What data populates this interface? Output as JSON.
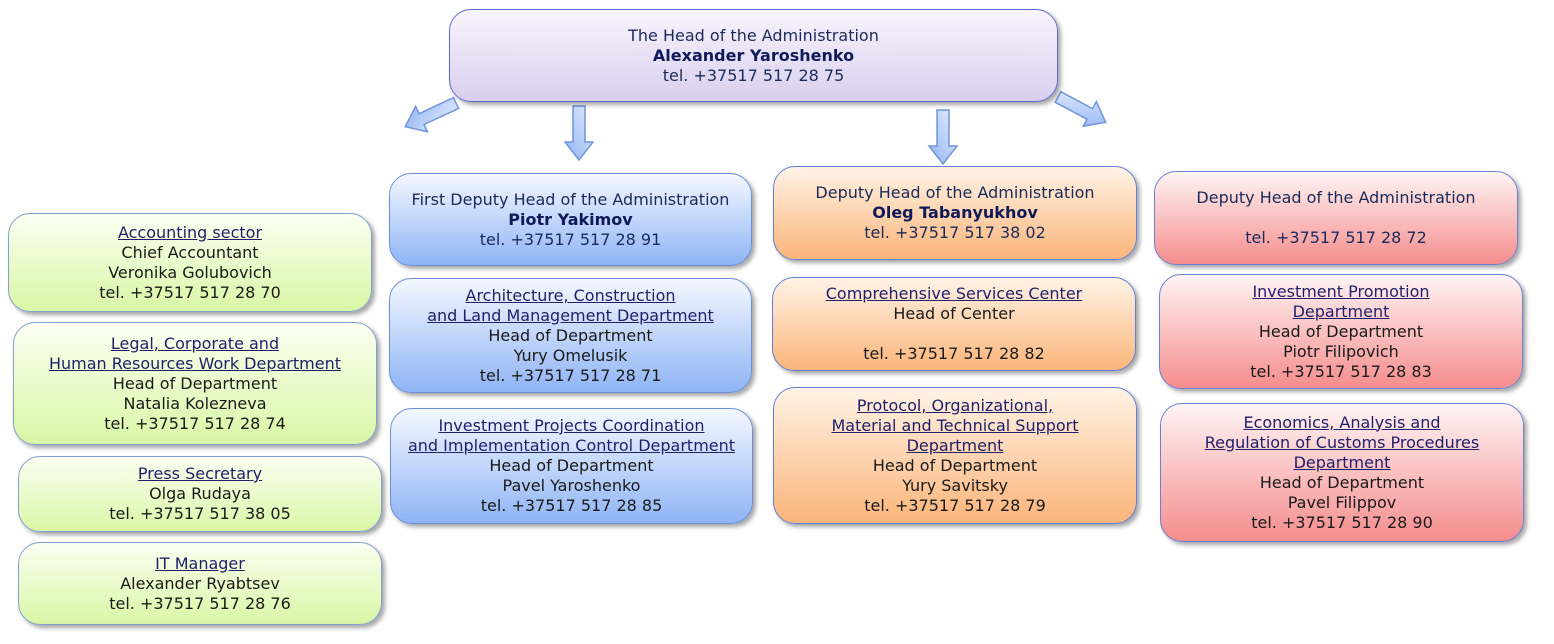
{
  "head": {
    "title": "The Head of the Administration",
    "name": "Alexander Yaroshenko",
    "tel": "tel. +37517 517 28 75"
  },
  "left": [
    {
      "dept": "Accounting sector",
      "role": "Chief Accountant",
      "person": "Veronika Golubovich",
      "tel": "tel. +37517 517 28 70"
    },
    {
      "dept_line1": "Legal, Corporate and",
      "dept_line2": "Human Resources Work Department",
      "role": "Head of Department",
      "person": "Natalia Kolezneva",
      "tel": "tel. +37517 517 28 74"
    },
    {
      "dept": "Press Secretary",
      "person": "Olga Rudaya",
      "tel": "tel. +37517 517 38 05"
    },
    {
      "dept": "IT Manager",
      "person": "Alexander Ryabtsev",
      "tel": "tel. +37517 517 28 76"
    }
  ],
  "col_blue": {
    "deputy": {
      "title": "First Deputy Head of the Administration",
      "name": "Piotr Yakimov",
      "tel": "tel. +37517 517 28 91"
    },
    "depts": [
      {
        "dept_line1": "Architecture, Construction",
        "dept_line2": "and Land Management Department",
        "role": "Head of Department",
        "person": "Yury Omelusik",
        "tel": "tel. +37517 517 28 71"
      },
      {
        "dept_line1": "Investment Projects Coordination",
        "dept_line2": "and Implementation Control Department",
        "role": "Head of Department",
        "person": "Pavel Yaroshenko",
        "tel": "tel. +37517 517 28 85"
      }
    ]
  },
  "col_orange": {
    "deputy": {
      "title": "Deputy Head of the Administration",
      "name": "Oleg Tabanyukhov",
      "tel": "tel. +37517 517 38 02"
    },
    "depts": [
      {
        "dept": "Comprehensive Services Center",
        "role": "Head of Center",
        "tel": "tel. +37517 517 28 82"
      },
      {
        "dept_line1": "Protocol, Organizational,",
        "dept_line2": "Material and Technical Support",
        "dept_line3": "Department",
        "role": "Head of Department",
        "person": "Yury Savitsky",
        "tel": "tel. +37517 517 28 79"
      }
    ]
  },
  "col_red": {
    "deputy": {
      "title": "Deputy Head of the Administration",
      "tel": "tel. +37517 517 28 72"
    },
    "depts": [
      {
        "dept_line1": "Investment Promotion",
        "dept_line2": "Department",
        "role": "Head of Department",
        "person": "Piotr Filipovich",
        "tel": "tel. +37517 517 28 83"
      },
      {
        "dept_line1": "Economics, Analysis and",
        "dept_line2": "Regulation of Customs Procedures",
        "dept_line3": "Department",
        "role": "Head of Department",
        "person": "Pavel Filippov",
        "tel": "tel. +37517 517 28 90"
      }
    ]
  },
  "colors": {
    "green": "#d9f7a6",
    "blue": "#8fb4f5",
    "orange": "#fbb57a",
    "red": "#f58d8d",
    "lavender": "#d9cfee",
    "arrow": "#9dbdf7"
  }
}
